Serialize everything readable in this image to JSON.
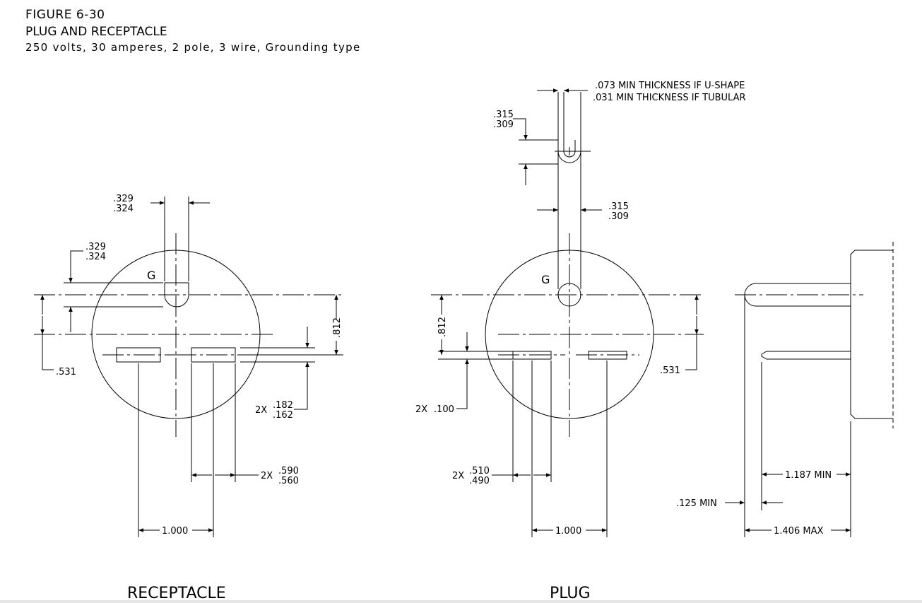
{
  "header": {
    "figure": "FIGURE   6-30",
    "subtitle": "PLUG AND RECEPTACLE",
    "spec": "250  volts, 30 amperes, 2 pole, 3 wire, Grounding type"
  },
  "labels": {
    "ground_receptacle": "G",
    "ground_plug": "G",
    "receptacle": "RECEPTACLE",
    "plug": "PLUG"
  },
  "dims": {
    "receptacle": {
      "g_width_top": ".329",
      "g_width_bottom": ".324",
      "g_height_top": ".329",
      "g_height_bottom": ".324",
      "center_to_g": ".531",
      "g_to_slots": ".812",
      "slot_height_prefix": "2X",
      "slot_height_top": ".182",
      "slot_height_bottom": ".162",
      "slot_width_prefix": "2X",
      "slot_width_top": ".590",
      "slot_width_bottom": ".560",
      "slot_spacing": "1.000"
    },
    "plug": {
      "thickness_u": ".073 MIN THICKNESS IF U-SHAPE",
      "thickness_tube": ".031 MIN THICKNESS IF TUBULAR",
      "pin_dia_top": ".315",
      "pin_dia_bottom": ".309",
      "pin_width_top": ".315",
      "pin_width_bottom": ".309",
      "g_to_blades": ".812",
      "center_to_g": ".531",
      "blade_thickness_prefix": "2X",
      "blade_thickness": ".100",
      "blade_width_prefix": "2X",
      "blade_width_top": ".510",
      "blade_width_bottom": ".490",
      "blade_spacing": "1.000"
    },
    "side": {
      "blade_length": "1.187 MIN",
      "tip_radius": ".125 MIN",
      "pin_length": "1.406 MAX"
    }
  }
}
